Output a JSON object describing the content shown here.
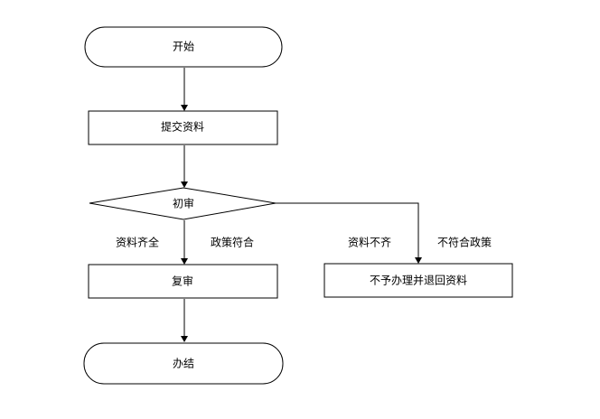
{
  "nodes": {
    "start": {
      "label": "开始"
    },
    "submit": {
      "label": "提交资料"
    },
    "initial_review": {
      "label": "初审"
    },
    "second_review": {
      "label": "复审"
    },
    "reject": {
      "label": "不予办理并退回资料"
    },
    "finish": {
      "label": "办结"
    }
  },
  "edges": {
    "pass_left_label": "资料齐全",
    "pass_right_label": "政策符合",
    "fail_left_label": "资料不齐",
    "fail_right_label": "不符合政策"
  }
}
